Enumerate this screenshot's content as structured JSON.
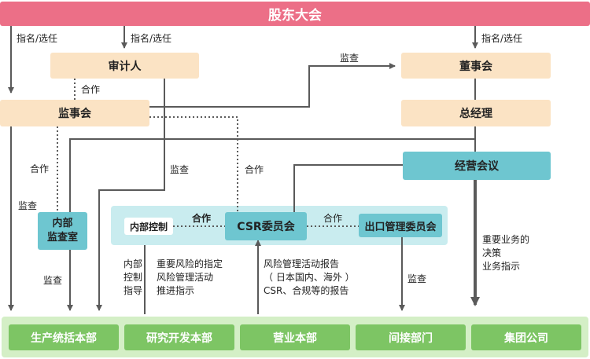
{
  "top": {
    "shareholders": "股东大会"
  },
  "org": {
    "auditor": "审计人",
    "supervisory_board": "监事会",
    "board": "董事会",
    "president": "总经理",
    "management_meeting": "经营会议",
    "internal_audit": "内部\n监查室",
    "internal_control": "内部控制",
    "csr_committee": "CSR委员会",
    "export_committee": "出口管理委员会"
  },
  "labels": {
    "appoint_1": "指名/选任",
    "appoint_2": "指名/选任",
    "appoint_3": "指名/选任",
    "cooperate_auditor": "合作",
    "cooperate_left": "合作",
    "cooperate_csr": "合作",
    "cooperate_control": "合作",
    "cooperate_export": "合作",
    "audit_board": "监查",
    "audit_auditor": "监查",
    "audit_left": "监查",
    "audit_internal": "监查",
    "audit_export": "监查",
    "internal_guidance": "内部\n控制\n指导",
    "risk_instruction": "重要风险的指定\n风险管理活动\n推进指示",
    "risk_report": "风险管理活动报告\n（ 日本国内、海外 ）\nCSR、合规等的报告",
    "important_business": "重要业务的\n决策\n业务指示"
  },
  "divisions": [
    "生产统括本部",
    "研究开发本部",
    "营业本部",
    "间接部门",
    "集团公司"
  ]
}
